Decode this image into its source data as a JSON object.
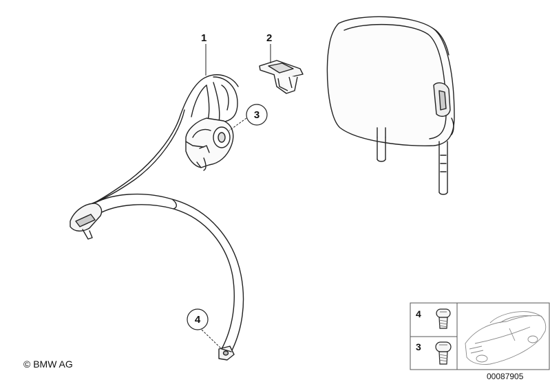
{
  "callouts": {
    "c1": "1",
    "c2": "2",
    "c3": "3",
    "c4": "4"
  },
  "legend": {
    "row_top": "4",
    "row_bottom": "3"
  },
  "footer": {
    "copyright": "© BMW AG",
    "diagram_id": "00087905"
  }
}
